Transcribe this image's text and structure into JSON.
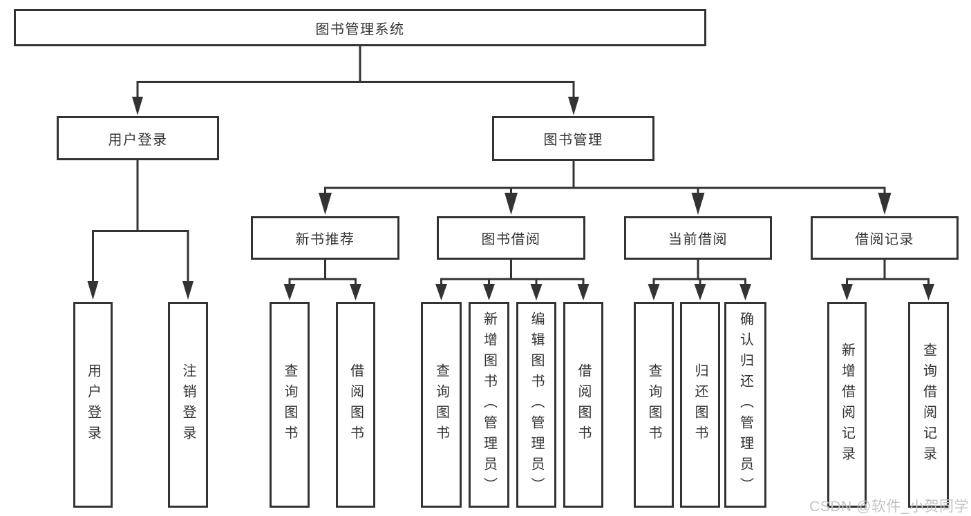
{
  "diagram": {
    "root": {
      "label": "图书管理系统"
    },
    "level2": {
      "user": {
        "label": "用户登录"
      },
      "book": {
        "label": "图书管理"
      }
    },
    "level3": {
      "newbook": {
        "label": "新书推荐"
      },
      "borrow": {
        "label": "图书借阅"
      },
      "current": {
        "label": "当前借阅"
      },
      "records": {
        "label": "借阅记录"
      }
    },
    "leaves": {
      "user": [
        "用户登录",
        "注销登录"
      ],
      "newbook": [
        "查询图书",
        "借阅图书"
      ],
      "borrow": [
        "查询图书",
        "新增图书（管理员）",
        "编辑图书（管理员）",
        "借阅图书"
      ],
      "current": [
        "查询图书",
        "归还图书",
        "确认归还（管理员）"
      ],
      "records": [
        "新增借阅记录",
        "查询借阅记录"
      ]
    },
    "watermark": "CSDN @软件_小贺同学",
    "colors": {
      "line": "#333333",
      "text": "#333333",
      "background": "#ffffff",
      "watermark": "#c3c3c3"
    }
  }
}
